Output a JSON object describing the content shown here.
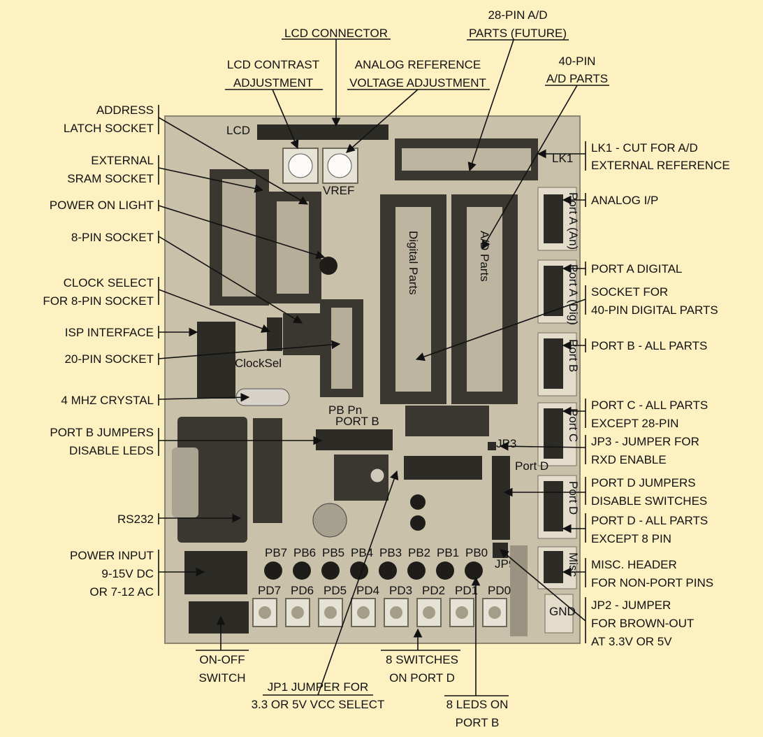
{
  "colors": {
    "background": "#fdf1c2",
    "board": "#c9c1aa",
    "lines": "#111111"
  },
  "board": {
    "silkscreen": {
      "lcd": "LCD",
      "vref": "VREF",
      "lk1": "LK1",
      "digital_parts": "Digital Parts",
      "ad_parts": "A/D Parts",
      "port_a_an": "Port A (An)",
      "port_a_dig": "Port A (Dig)",
      "port_b": "Port B",
      "port_c": "Port C",
      "port_d": "Port D",
      "misc": "Misc",
      "clock_sel": "ClockSel",
      "port_b_header": "PB Pn",
      "port_b_jumper_label": "PORT B",
      "port_d_jumper_label": "Port D",
      "jp3": "JP3",
      "jp9": "JP9",
      "gnd": "GND",
      "led_labels": [
        "PB7",
        "PB6",
        "PB5",
        "PB4",
        "PB3",
        "PB2",
        "PB1",
        "PB0"
      ],
      "switch_labels": [
        "PD7",
        "PD6",
        "PD5",
        "PD4",
        "PD3",
        "PD2",
        "PD1",
        "PD0"
      ]
    }
  },
  "labels": {
    "lcd_connector": [
      "LCD CONNECTOR"
    ],
    "lcd_contrast": [
      "LCD CONTRAST",
      "ADJUSTMENT"
    ],
    "analog_ref": [
      "ANALOG REFERENCE",
      "VOLTAGE ADJUSTMENT"
    ],
    "pin28_ad": [
      "28-PIN A/D",
      "PARTS (FUTURE)"
    ],
    "pin40_ad": [
      "40-PIN",
      "A/D PARTS"
    ],
    "address_latch": [
      "ADDRESS",
      "LATCH SOCKET"
    ],
    "external_sram": [
      "EXTERNAL",
      "SRAM SOCKET"
    ],
    "power_on_light": [
      "POWER ON LIGHT"
    ],
    "pin8_socket": [
      "8-PIN SOCKET"
    ],
    "clock_select": [
      "CLOCK SELECT",
      "FOR 8-PIN SOCKET"
    ],
    "isp_interface": [
      "ISP INTERFACE"
    ],
    "pin20_socket": [
      "20-PIN SOCKET"
    ],
    "crystal": [
      "4 MHZ CRYSTAL"
    ],
    "portb_jumpers": [
      "PORT B JUMPERS",
      "DISABLE LEDS"
    ],
    "rs232": [
      "RS232"
    ],
    "power_input": [
      "POWER INPUT",
      "9-15V DC",
      "OR 7-12 AC"
    ],
    "onoff_switch": [
      "ON-OFF",
      "SWITCH"
    ],
    "jp1": [
      "JP1 JUMPER FOR",
      "3.3 OR 5V VCC SELECT"
    ],
    "switches": [
      "8 SWITCHES",
      "ON PORT D"
    ],
    "leds": [
      "8 LEDS ON",
      "PORT B"
    ],
    "lk1": [
      "LK1 - CUT FOR A/D",
      "EXTERNAL REFERENCE"
    ],
    "analog_ip": [
      "ANALOG I/P"
    ],
    "porta_digital": [
      "PORT A DIGITAL"
    ],
    "socket40": [
      "SOCKET FOR",
      "40-PIN DIGITAL PARTS"
    ],
    "portb_all": [
      "PORT B - ALL PARTS"
    ],
    "portc": [
      "PORT C - ALL PARTS",
      "EXCEPT 28-PIN"
    ],
    "jp3": [
      "JP3 - JUMPER FOR",
      "RXD ENABLE"
    ],
    "portd_jumpers": [
      "PORT D JUMPERS",
      "DISABLE SWITCHES"
    ],
    "portd_all": [
      "PORT D - ALL PARTS",
      "EXCEPT 8 PIN"
    ],
    "misc_header": [
      "MISC. HEADER",
      "FOR NON-PORT PINS"
    ],
    "jp2": [
      "JP2 - JUMPER",
      "FOR BROWN-OUT",
      "AT 3.3V OR 5V"
    ]
  }
}
